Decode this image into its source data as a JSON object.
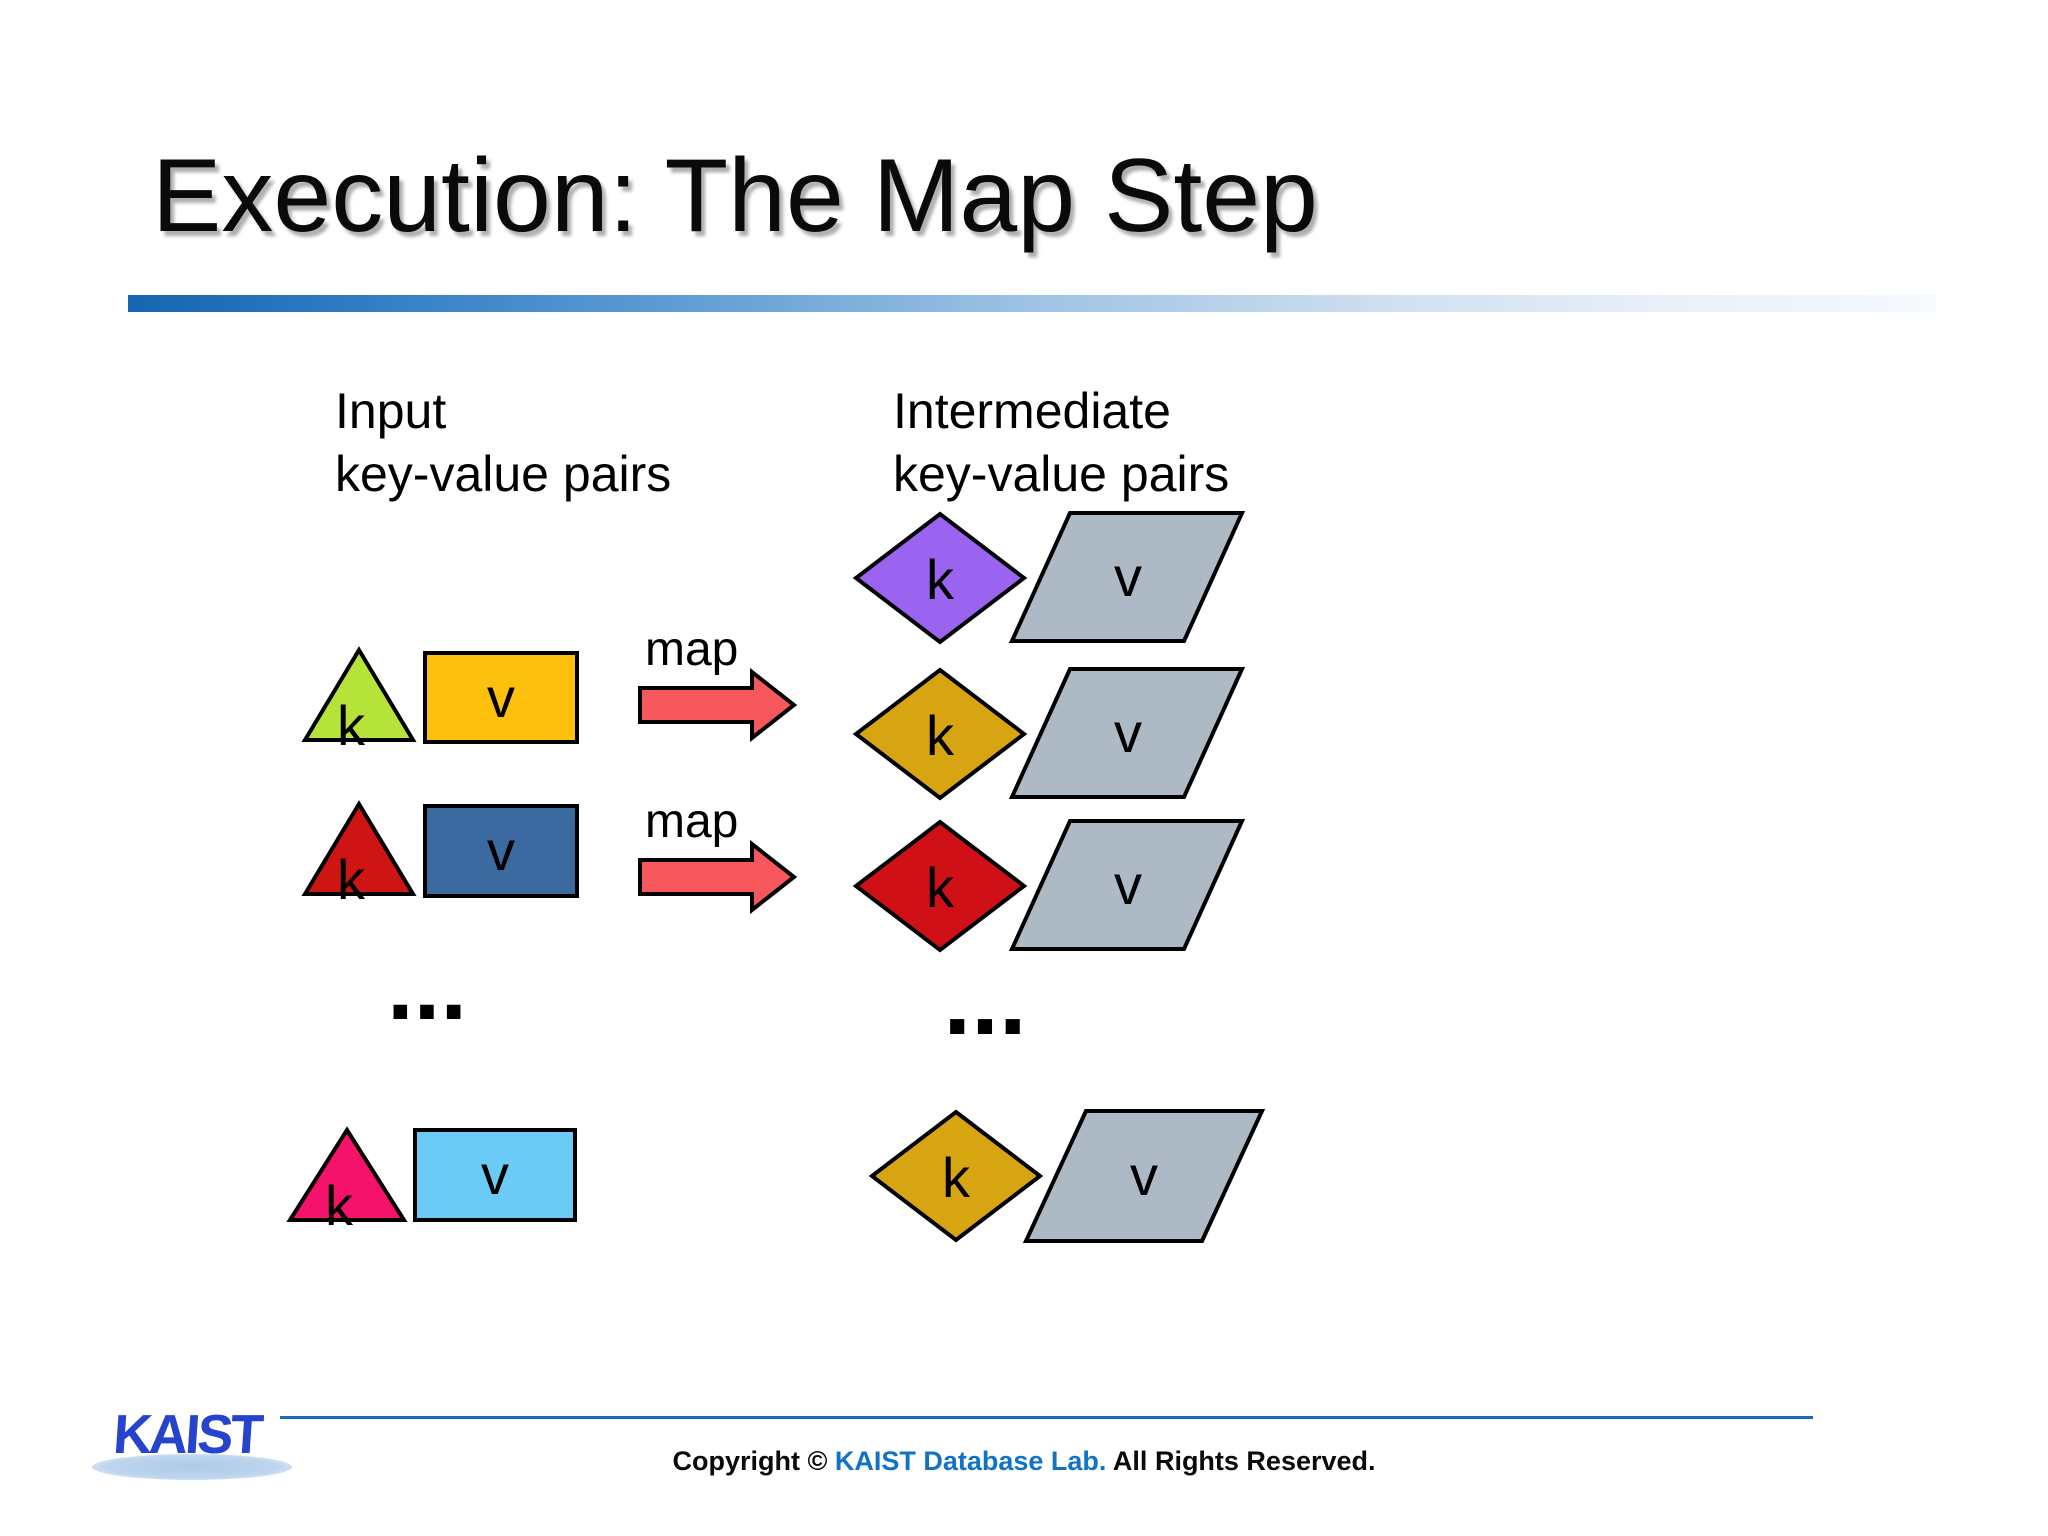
{
  "slide": {
    "title": "Execution: The Map Step"
  },
  "diagram": {
    "input": {
      "heading": "Input\nkey-value pairs",
      "ellipsis": "...",
      "rows": [
        {
          "key_label": "k",
          "key_shape": "triangle",
          "key_color": "#b6e33a",
          "value_label": "v",
          "value_shape": "rectangle",
          "value_color": "#fdc10d"
        },
        {
          "key_label": "k",
          "key_shape": "triangle",
          "key_color": "#cf1414",
          "value_label": "v",
          "value_shape": "rectangle",
          "value_color": "#3a6a9f"
        },
        {
          "key_label": "k",
          "key_shape": "triangle",
          "key_color": "#f5126b",
          "value_label": "v",
          "value_shape": "rectangle",
          "value_color": "#6ccbf6"
        }
      ]
    },
    "map_arrows": [
      {
        "label": "map",
        "color": "#f5575c"
      },
      {
        "label": "map",
        "color": "#f5575c"
      }
    ],
    "intermediate": {
      "heading": "Intermediate\nkey-value pairs",
      "ellipsis": "...",
      "rows": [
        {
          "key_label": "k",
          "key_shape": "diamond",
          "key_color": "#9a63f0",
          "value_label": "v",
          "value_shape": "parallelogram",
          "value_color": "#aeb9c6"
        },
        {
          "key_label": "k",
          "key_shape": "diamond",
          "key_color": "#d7a512",
          "value_label": "v",
          "value_shape": "parallelogram",
          "value_color": "#aeb9c6"
        },
        {
          "key_label": "k",
          "key_shape": "diamond",
          "key_color": "#cf1117",
          "value_label": "v",
          "value_shape": "parallelogram",
          "value_color": "#aeb9c6"
        },
        {
          "key_label": "k",
          "key_shape": "diamond",
          "key_color": "#d7a512",
          "value_label": "v",
          "value_shape": "parallelogram",
          "value_color": "#aeb9c6"
        }
      ]
    }
  },
  "footer": {
    "logo_text": "KAIST",
    "copyright_prefix": "Copyright © ",
    "copyright_link": "KAIST Database Lab.",
    "copyright_suffix": " All Rights Reserved."
  },
  "colors": {
    "divider_left": "#1565b0",
    "divider_right": "#f7fafd",
    "footer_line": "#1a6ab5",
    "kaist_blue": "#2643cc",
    "copyright_link_blue": "#1273c4",
    "parallelogram_gray": "#aeb9c6",
    "arrow_red": "#f5575c"
  }
}
